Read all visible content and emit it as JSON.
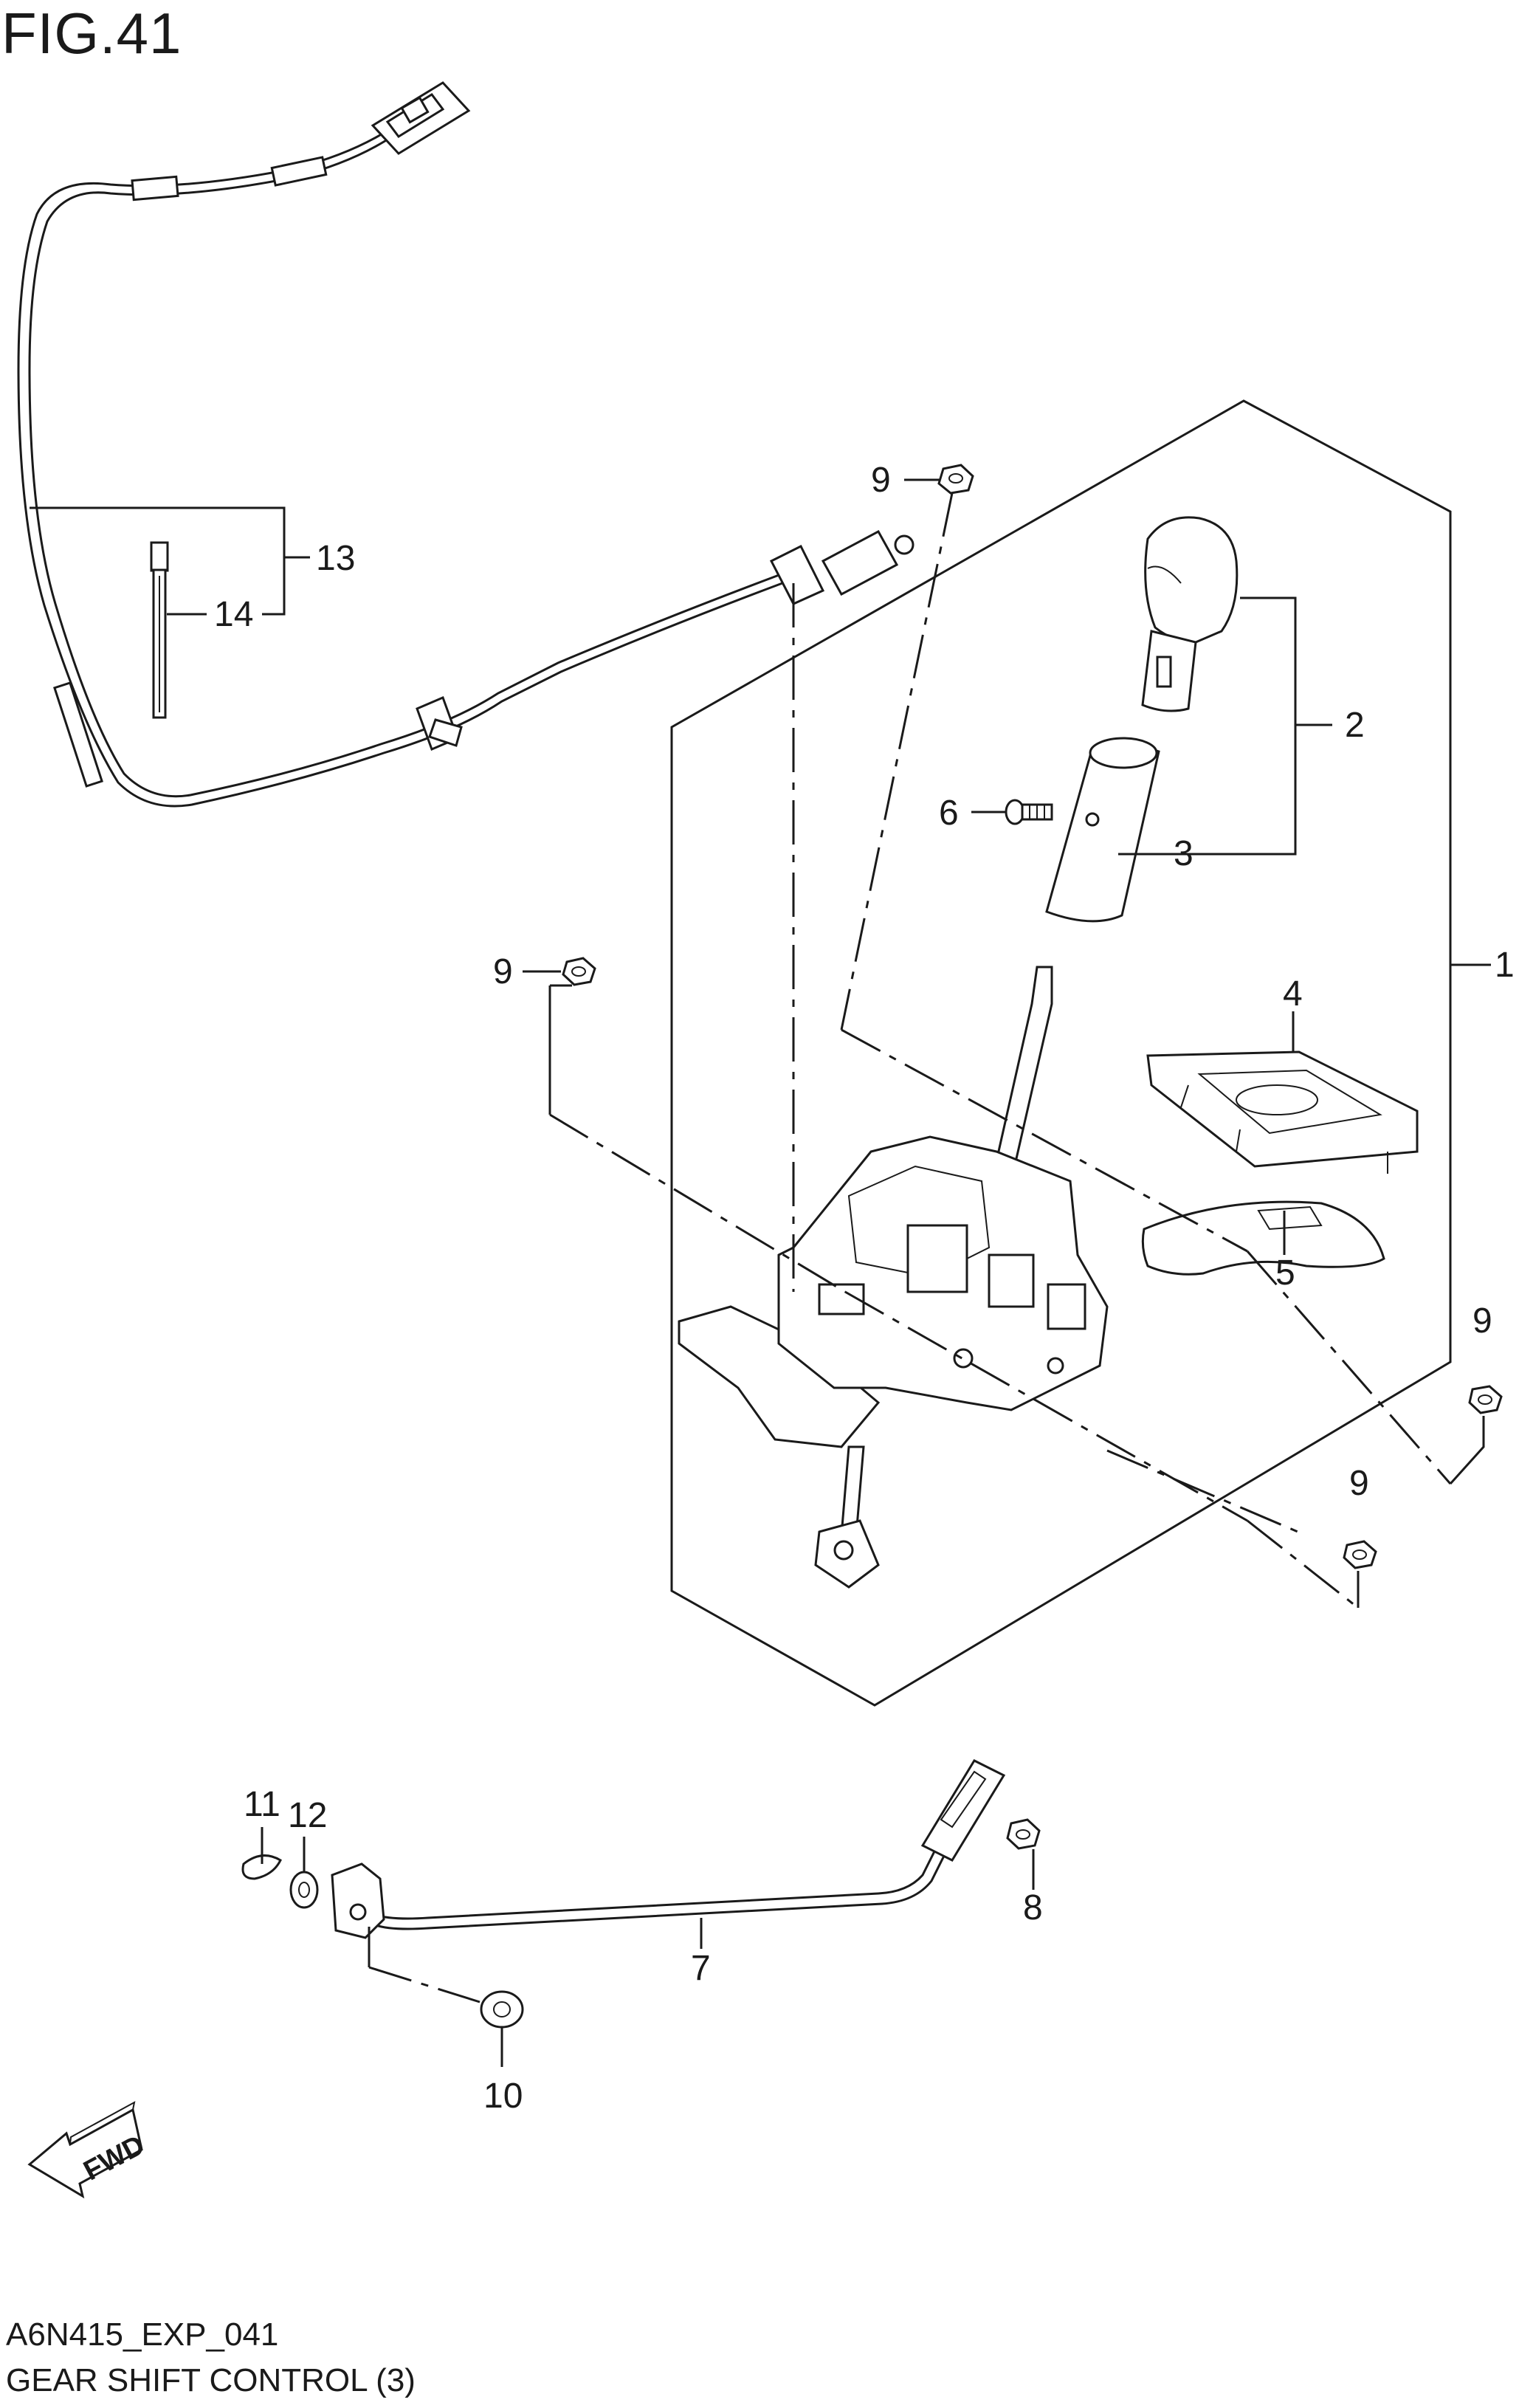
{
  "figure": {
    "title": "FIG.41",
    "code": "A6N415_EXP_041",
    "caption": "GEAR SHIFT CONTROL (3)"
  },
  "callouts": {
    "c1": "1",
    "c2": "2",
    "c3": "3",
    "c4": "4",
    "c5": "5",
    "c6": "6",
    "c7": "7",
    "c8": "8",
    "c9a": "9",
    "c9b": "9",
    "c9c": "9",
    "c9d": "9",
    "c10": "10",
    "c11": "11",
    "c12": "12",
    "c13": "13",
    "c14": "14"
  },
  "fwd_badge": "FWD"
}
